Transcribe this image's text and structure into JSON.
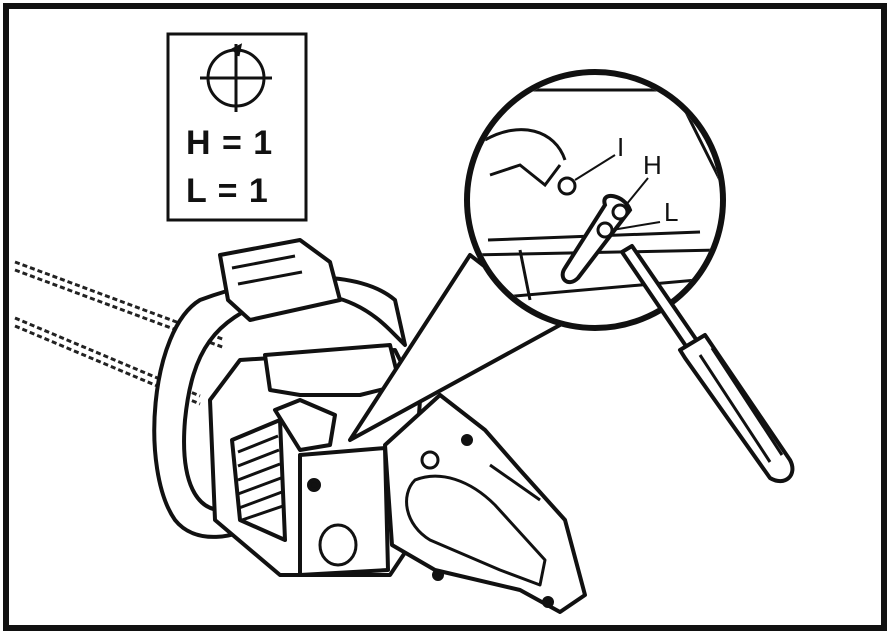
{
  "setting_box": {
    "symbol": "tachometer-turn-icon",
    "h_setting": "H = 1",
    "l_setting": "L = 1"
  },
  "callouts": {
    "idle": "I",
    "high": "H",
    "low": "L"
  },
  "colors": {
    "line": "#111111",
    "background": "#ffffff"
  }
}
